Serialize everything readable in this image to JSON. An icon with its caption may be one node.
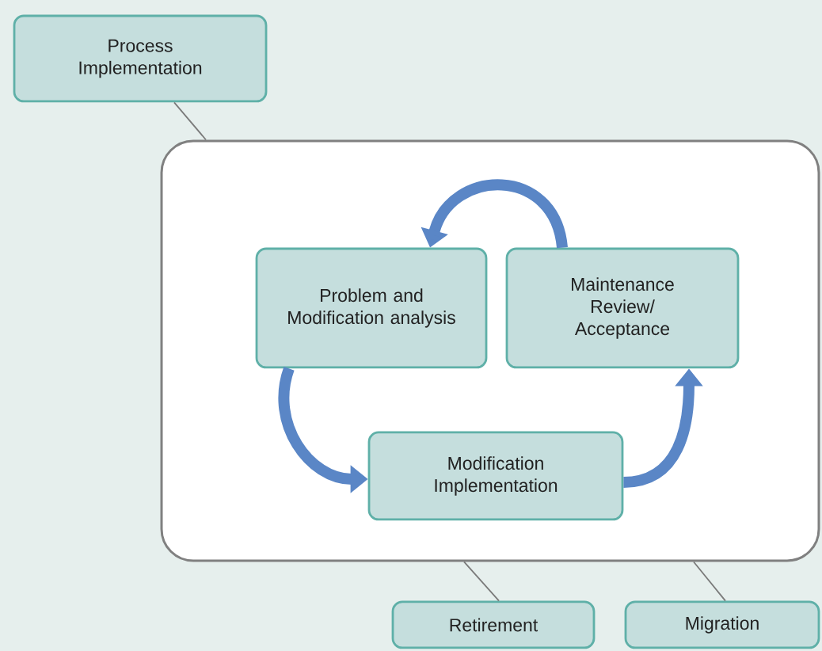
{
  "diagram": {
    "nodes": [
      {
        "text": [
          "Process Implementation"
        ]
      },
      {
        "text": [],
        "shape": "box"
      },
      {
        "text": [
          "Problem and Modification analysis"
        ],
        "in": 1
      },
      {
        "text": [
          "Maintenance Review/ Acceptance"
        ],
        "in": 1
      },
      {
        "text": [
          "Modification Implementation"
        ],
        "in": 1
      },
      {
        "text": [
          "Retirement"
        ]
      },
      {
        "text": [
          "Migration"
        ]
      }
    ],
    "edges": [
      {
        "from": 0,
        "to": 1,
        "arrow": "none"
      },
      {
        "from": 3,
        "to": 2,
        "arrow": "to",
        "style": "thick",
        "color": "#5a86c6"
      },
      {
        "from": 2,
        "to": 4,
        "arrow": "to",
        "style": "thick",
        "color": "#5a86c6"
      },
      {
        "from": 4,
        "to": 3,
        "arrow": "to",
        "style": "thick",
        "color": "#5a86c6"
      },
      {
        "from": 1,
        "to": 5,
        "arrow": "none"
      },
      {
        "from": 1,
        "to": 6,
        "arrow": "none"
      }
    ]
  }
}
